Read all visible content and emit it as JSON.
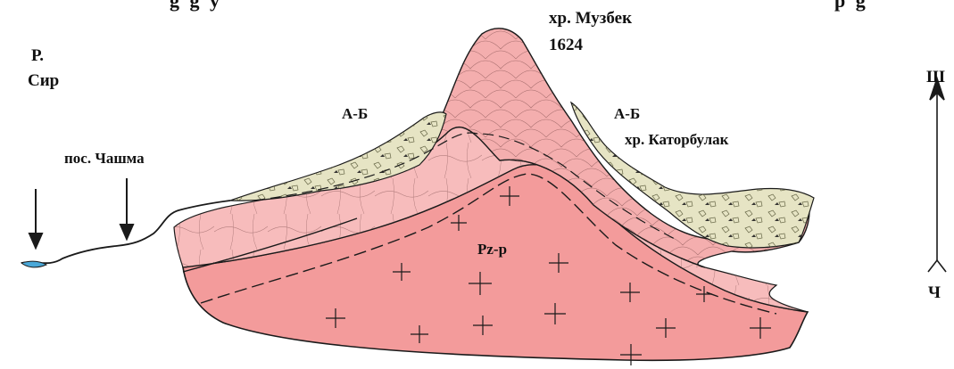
{
  "header": {
    "title_fragment": "g    g  y",
    "title_tail": "p     g"
  },
  "labels": {
    "ridge_muzbek": "хр. Музбек",
    "elevation": "1624",
    "river": "Р.",
    "river_name": "Сир",
    "village": "пос. Чашма",
    "ab_left": "А-Б",
    "ab_right": "А-Б",
    "ridge_katorbulak": "хр. Каторбулак",
    "intrusion": "Pz-p",
    "north": "Ш",
    "south": "Ч"
  },
  "colors": {
    "granite": "#f39b9b",
    "host_rock": "#f7bcbc",
    "ridge_rock": "#f4aeae",
    "deposit": "#e6e4c4",
    "water": "#4aa8d8",
    "line": "#1a1a1a"
  },
  "icons": {
    "compass": "north-south-arrow-icon",
    "pointer": "down-arrow-icon"
  }
}
